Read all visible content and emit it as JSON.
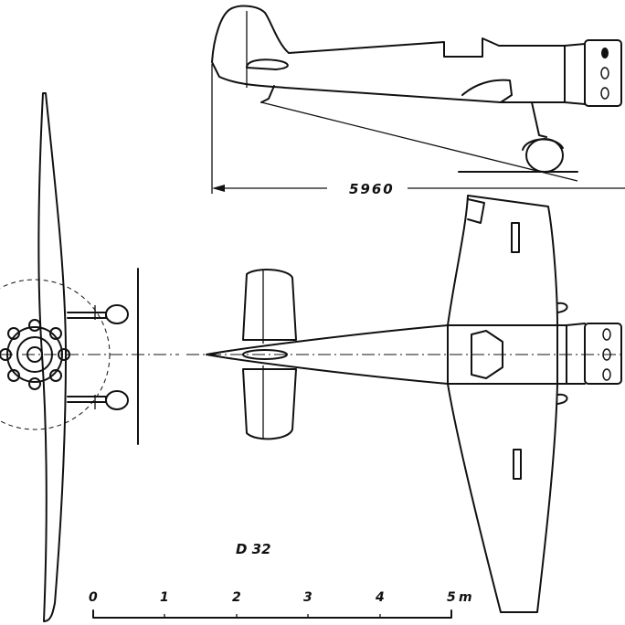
{
  "dimension": {
    "length_label": "5960"
  },
  "designation": "D 32",
  "scale": {
    "ticks": [
      "0",
      "1",
      "2",
      "3",
      "4"
    ],
    "last_tick": "5",
    "unit": "m"
  }
}
